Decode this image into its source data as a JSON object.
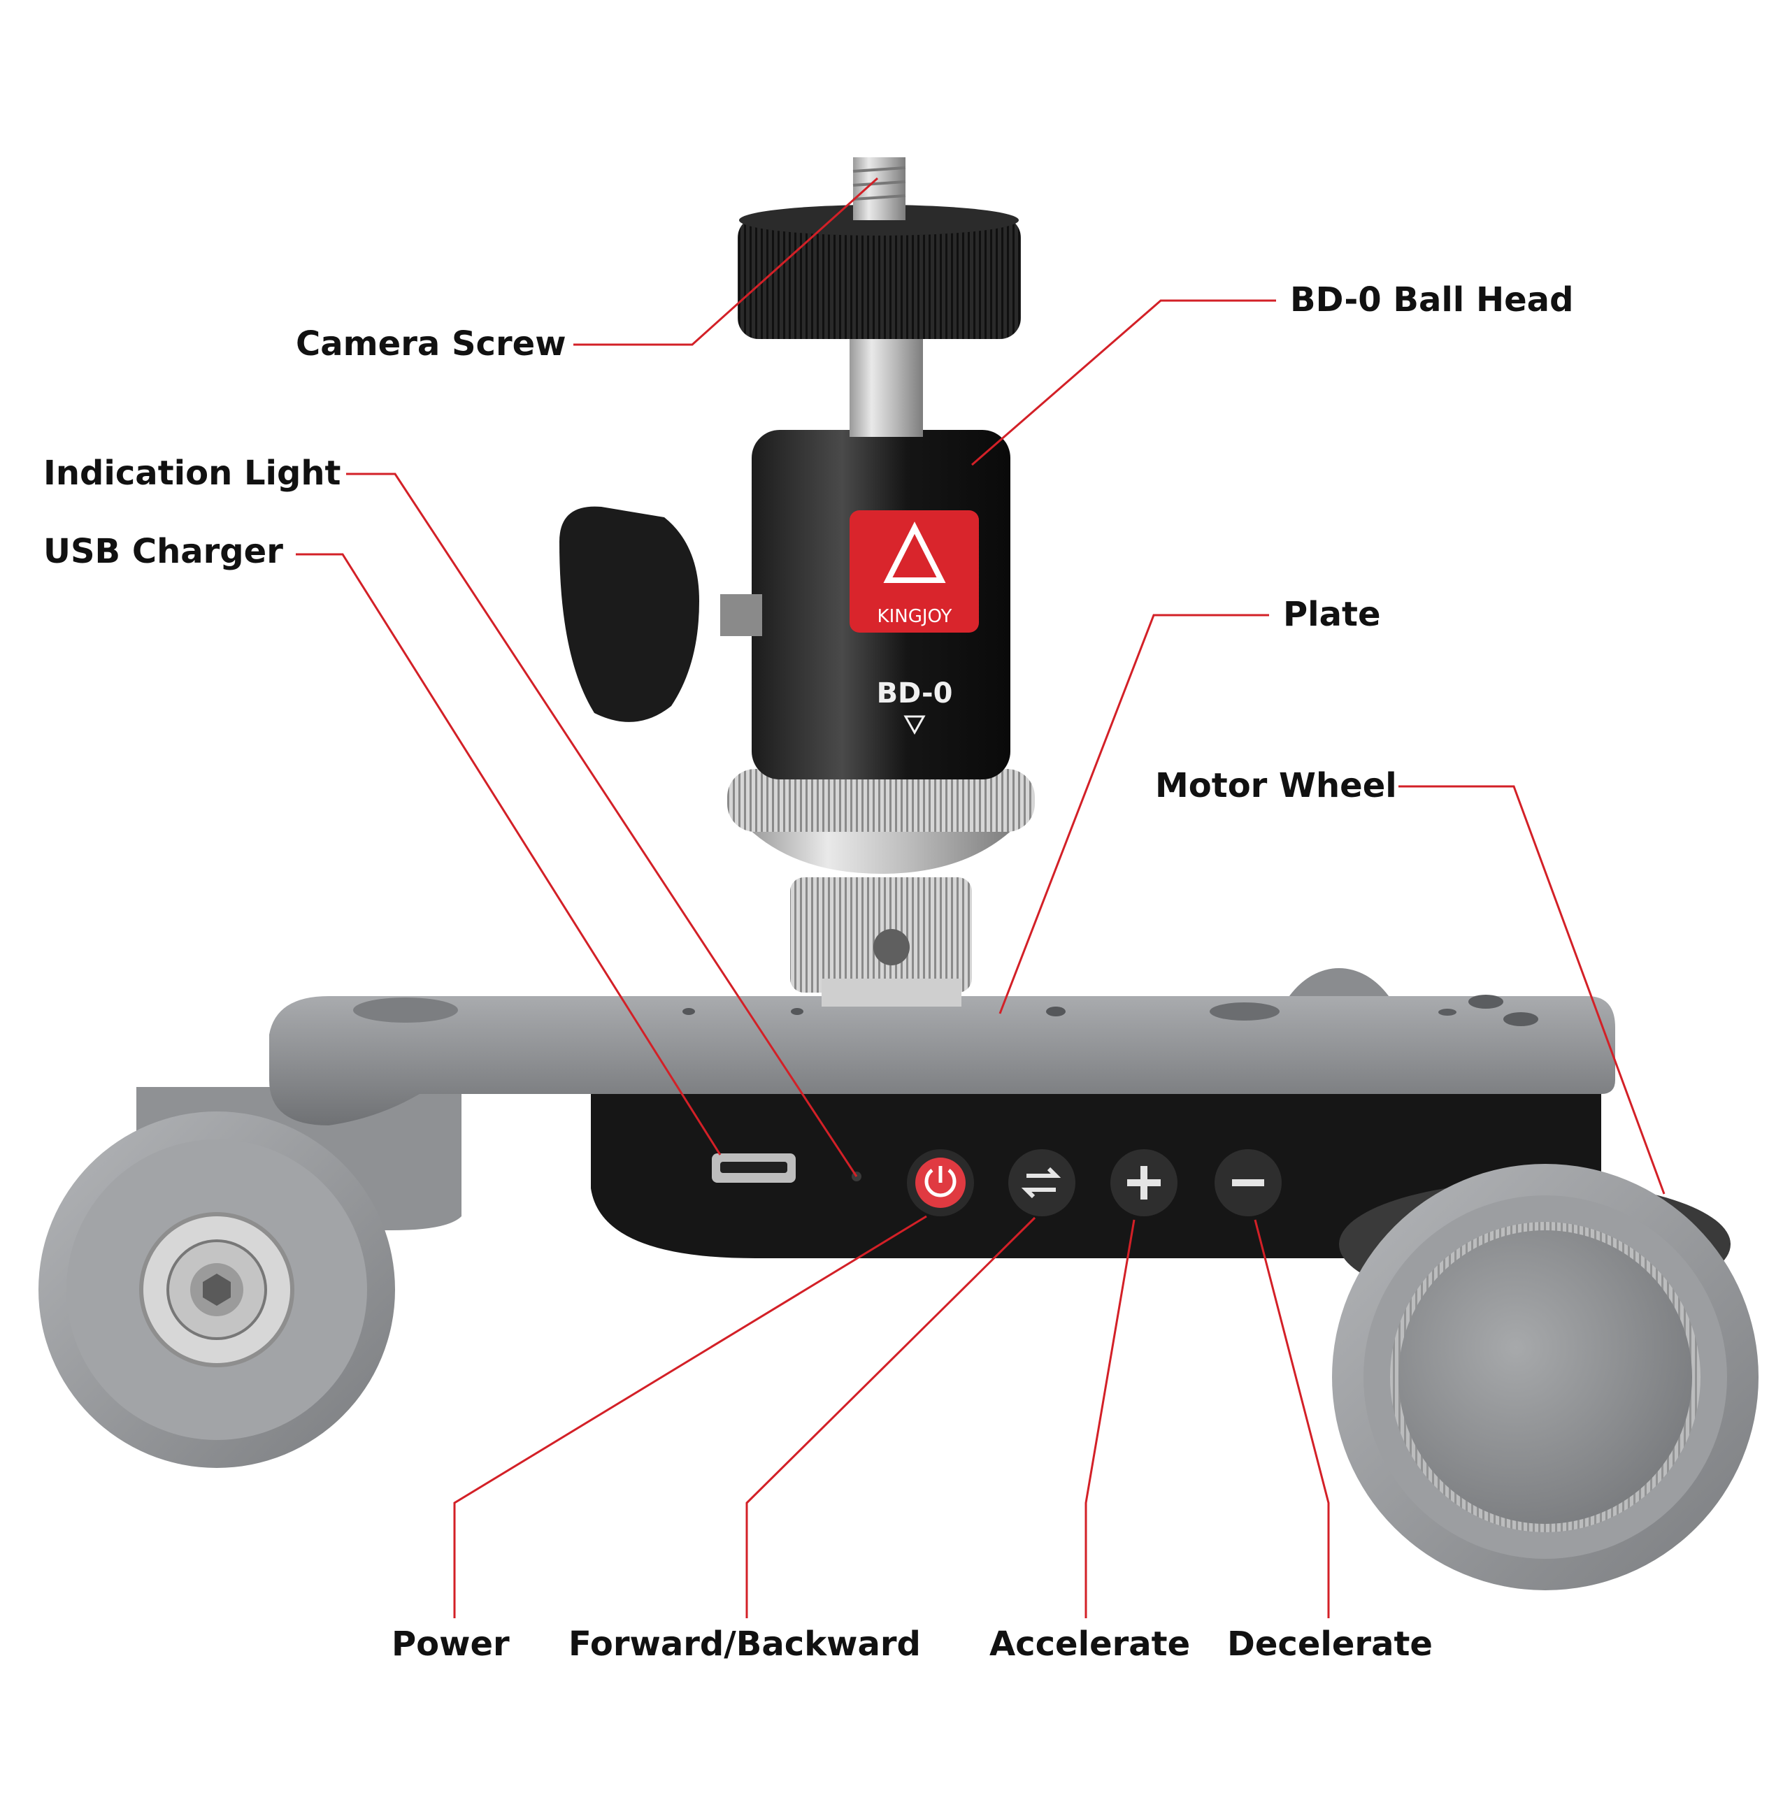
{
  "labels": {
    "camera_screw": "Camera Screw",
    "ball_head": "BD-0 Ball Head",
    "indication_light": "Indication Light",
    "usb_charger": "USB Charger",
    "plate": "Plate",
    "motor_wheel": "Motor Wheel",
    "power": "Power",
    "forward_backward": "Forward/Backward",
    "accelerate": "Accelerate",
    "decelerate": "Decelerate"
  },
  "product": {
    "brand": "KINGJOY",
    "model": "BD-0"
  },
  "colors": {
    "leader_line": "#d32027",
    "label_text": "#111111",
    "logo_badge": "#d9252c",
    "dolly_body": "#8e9093",
    "control_panel": "#151515",
    "background": "#ffffff"
  },
  "icons": {
    "power_button": "power-icon",
    "direction_button": "swap-arrows-icon",
    "plus_button": "plus-icon",
    "minus_button": "minus-icon"
  }
}
